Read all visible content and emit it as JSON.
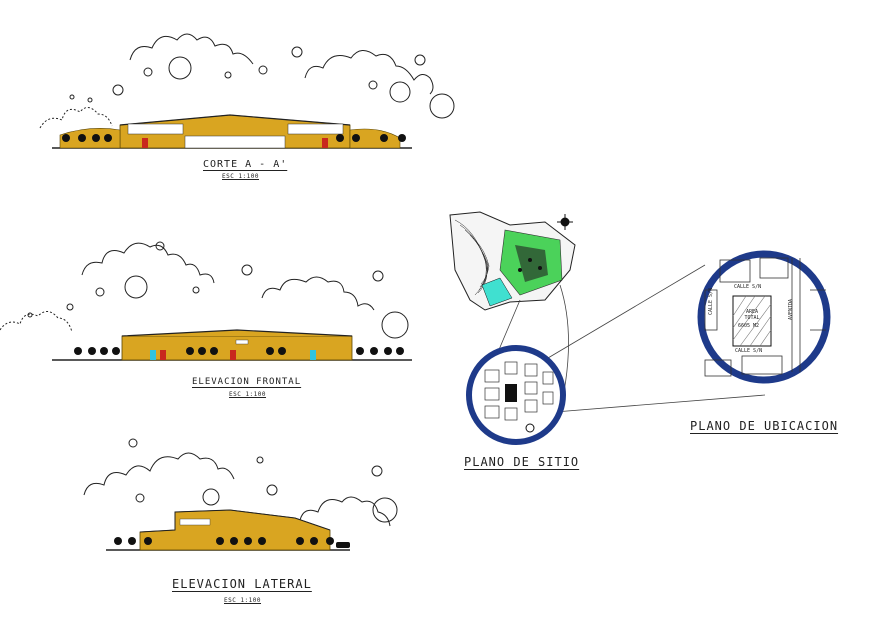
{
  "drawings": {
    "corte": {
      "title": "CORTE A - A'",
      "scale": "ESC 1:100"
    },
    "frontal": {
      "title": "ELEVACION FRONTAL",
      "scale": "ESC 1:100"
    },
    "lateral": {
      "title": "ELEVACION LATERAL",
      "scale": "ESC 1:100"
    },
    "sitio": {
      "title": "PLANO DE SITIO"
    },
    "ubicacion": {
      "title": "PLANO DE UBICACION",
      "area_label": "AREA TOTAL",
      "area_value": "6605 M2",
      "street_top": "CALLE S/N",
      "street_left": "CALLE S/N",
      "street_bottom": "CALLE S/N",
      "avenue": "AVENIDA"
    }
  },
  "colors": {
    "building": "#D9A521",
    "building_dark": "#B8860B",
    "door_red": "#C8281E",
    "window_cyan": "#2EC4E0",
    "circle_ring": "#1E3A8A",
    "vegetation": "#2ECC40",
    "water": "#40E0D0",
    "line": "#222222"
  }
}
